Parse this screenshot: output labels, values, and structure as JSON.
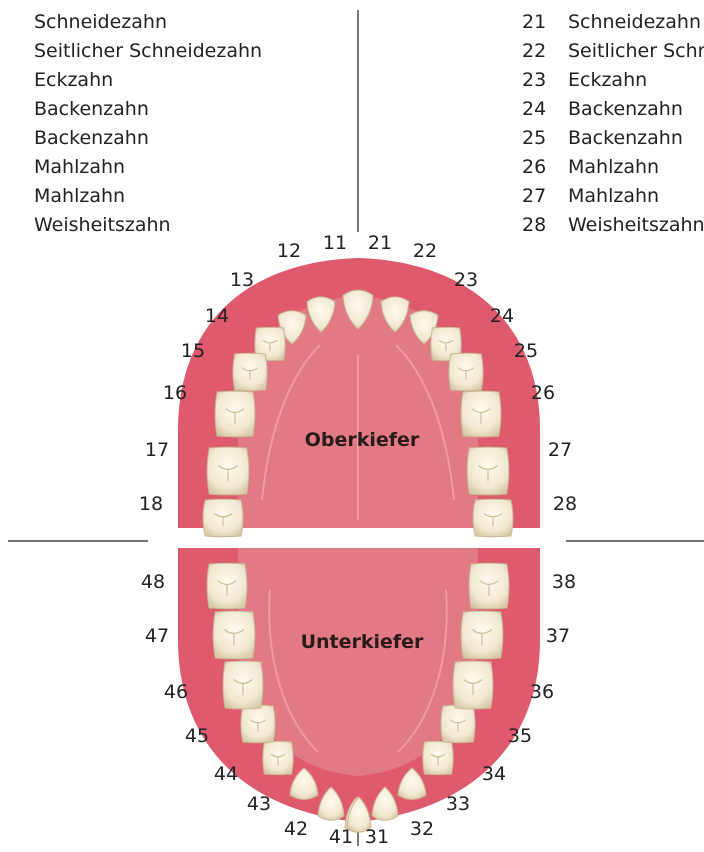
{
  "legend_left": [
    {
      "label": "Schneidezahn"
    },
    {
      "label": "Seitlicher Schneidezahn"
    },
    {
      "label": "Eckzahn"
    },
    {
      "label": "Backenzahn"
    },
    {
      "label": "Backenzahn"
    },
    {
      "label": "Mahlzahn"
    },
    {
      "label": "Mahlzahn"
    },
    {
      "label": "Weisheitszahn"
    }
  ],
  "legend_right": [
    {
      "num": "21",
      "label": "Schneidezahn"
    },
    {
      "num": "22",
      "label": "Seitlicher Schneidezahn"
    },
    {
      "num": "23",
      "label": "Eckzahn"
    },
    {
      "num": "24",
      "label": "Backenzahn"
    },
    {
      "num": "25",
      "label": "Backenzahn"
    },
    {
      "num": "26",
      "label": "Mahlzahn"
    },
    {
      "num": "27",
      "label": "Mahlzahn"
    },
    {
      "num": "28",
      "label": "Weisheitszahn"
    }
  ],
  "upper_jaw": {
    "title": "Oberkiefer",
    "left_numbers": [
      "11",
      "12",
      "13",
      "14",
      "15",
      "16",
      "17",
      "18"
    ],
    "right_numbers": [
      "21",
      "22",
      "23",
      "24",
      "25",
      "26",
      "27",
      "28"
    ]
  },
  "lower_jaw": {
    "title": "Unterkiefer",
    "left_numbers": [
      "41",
      "42",
      "43",
      "44",
      "45",
      "46",
      "47",
      "48"
    ],
    "right_numbers": [
      "31",
      "32",
      "33",
      "34",
      "35",
      "36",
      "37",
      "38"
    ]
  },
  "colors": {
    "gum": "#e05a6e",
    "gum_light": "#ec8a98",
    "palate": "#e27a86",
    "tooth": "#f3ecd9",
    "tooth_shadow": "#ddd2b4",
    "lines": "#222222"
  }
}
